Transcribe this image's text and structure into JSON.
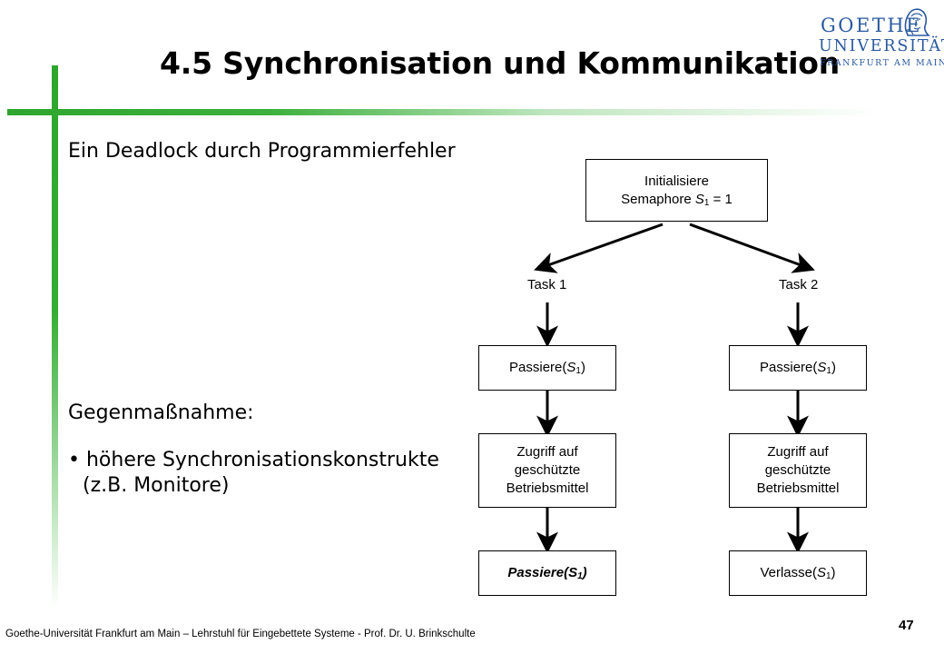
{
  "title": "4.5 Synchronisation und Kommunikation",
  "logo": {
    "line1": "GOETHE",
    "line2": "UNIVERSITÄT",
    "line3": "FRANKFURT AM MAIN"
  },
  "left": {
    "heading": "Ein Deadlock durch Programmierfehler",
    "countermeasure_title": "Gegenmaßnahme:",
    "bullet_line1": "• höhere Synchronisationskonstrukte",
    "bullet_line2": "(z.B. Monitore)"
  },
  "diagram": {
    "init_line1": "Initialisiere",
    "init_line2_pre": "Semaphore ",
    "init_var": "S",
    "init_sub": "1",
    "init_line2_post": " = 1",
    "task1_label": "Task 1",
    "task2_label": "Task 2",
    "op_passiere": "Passiere(",
    "op_verlasse": "Verlasse(",
    "op_var": "S",
    "op_sub": "1",
    "op_close": ")",
    "access_line1": "Zugriff auf",
    "access_line2": "geschützte",
    "access_line3": "Betriebsmittel"
  },
  "footer": {
    "text": "Goethe-Universität Frankfurt am Main – Lehrstuhl für Eingebettete Systeme - Prof. Dr. U. Brinkschulte",
    "page_number": "47"
  }
}
